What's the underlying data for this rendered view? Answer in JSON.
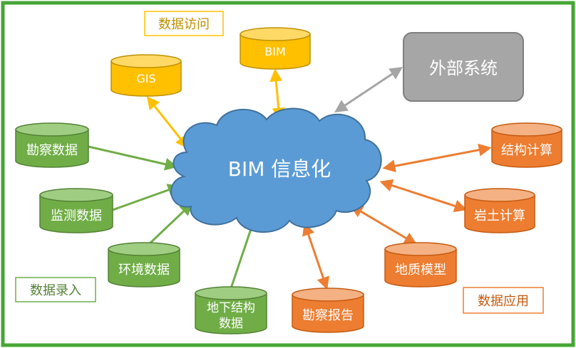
{
  "colors": {
    "border": "#46a636",
    "green_fill": "#70ad47",
    "green_dark": "#538135",
    "green_top": "#9fce82",
    "gold_fill": "#ffc000",
    "gold_dark": "#bf9000",
    "gold_top": "#ffd966",
    "orange_fill": "#ed7d31",
    "orange_dark": "#c55a11",
    "orange_top": "#f4b183",
    "blue_fill": "#5b9bd5",
    "blue_dark": "#41719c",
    "gray_fill": "#a6a6a6",
    "gray_dark": "#7f7f7f",
    "gray_arrow": "#a5a5a5"
  },
  "center": {
    "label": "BIM 信息化"
  },
  "external": {
    "label": "外部系统"
  },
  "access": {
    "group_label": "数据访问",
    "items": [
      "GIS",
      "BIM"
    ]
  },
  "input": {
    "group_label": "数据录入",
    "items": [
      "勘察数据",
      "监测数据",
      "环境数据",
      "地下结构",
      "数据"
    ]
  },
  "application": {
    "group_label": "数据应用",
    "items": [
      "结构计算",
      "岩土计算",
      "地质模型",
      "勘察报告"
    ]
  }
}
